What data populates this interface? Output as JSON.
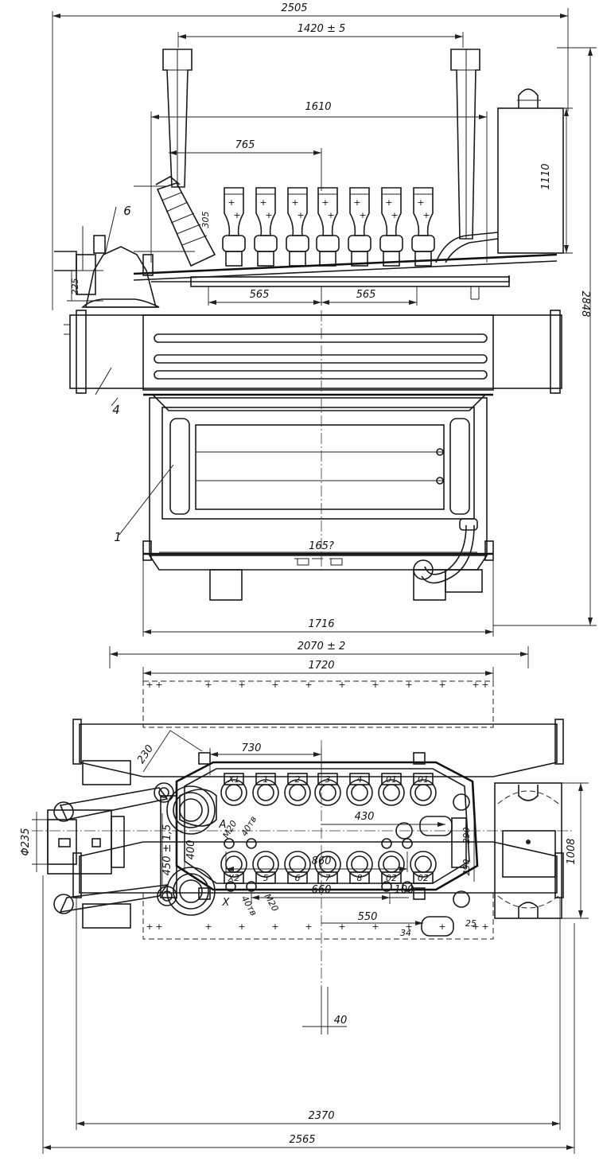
{
  "dimensions": {
    "d2505": "2505",
    "d1420": "1420 ± 5",
    "d1610": "1610",
    "d765": "765",
    "d1110": "1110",
    "d305": "305",
    "d225": "225",
    "d565a": "565",
    "d565b": "565",
    "d2848": "2848",
    "d1652": "165?",
    "d1716": "1716",
    "d2070": "2070 ± 2",
    "d1720": "1720",
    "d230": "230",
    "d730": "730",
    "d430": "430",
    "d860": "860",
    "d660": "660",
    "d100": "100",
    "d550": "550",
    "d40": "40",
    "d1008": "1008",
    "d290a": "290",
    "d290b": "290",
    "d400": "400",
    "d450": "450 ± 1,5",
    "d235": "Φ235",
    "d2370": "2370",
    "d2565": "2565",
    "d25": "25",
    "d34": "34"
  },
  "callouts": {
    "c6": "6",
    "c4": "4",
    "c1": "1"
  },
  "terminals": {
    "top": [
      "X1",
      "1",
      "2",
      "3",
      "4",
      "01",
      "01"
    ],
    "bottom": [
      "X2",
      "5",
      "6",
      "7",
      "8",
      "02",
      "02"
    ]
  },
  "bolt_labels": {
    "m20a": "M20",
    "h40a": "40тв",
    "m20b": "M20",
    "h40b": "40тв",
    "a": "A",
    "x": "X"
  }
}
